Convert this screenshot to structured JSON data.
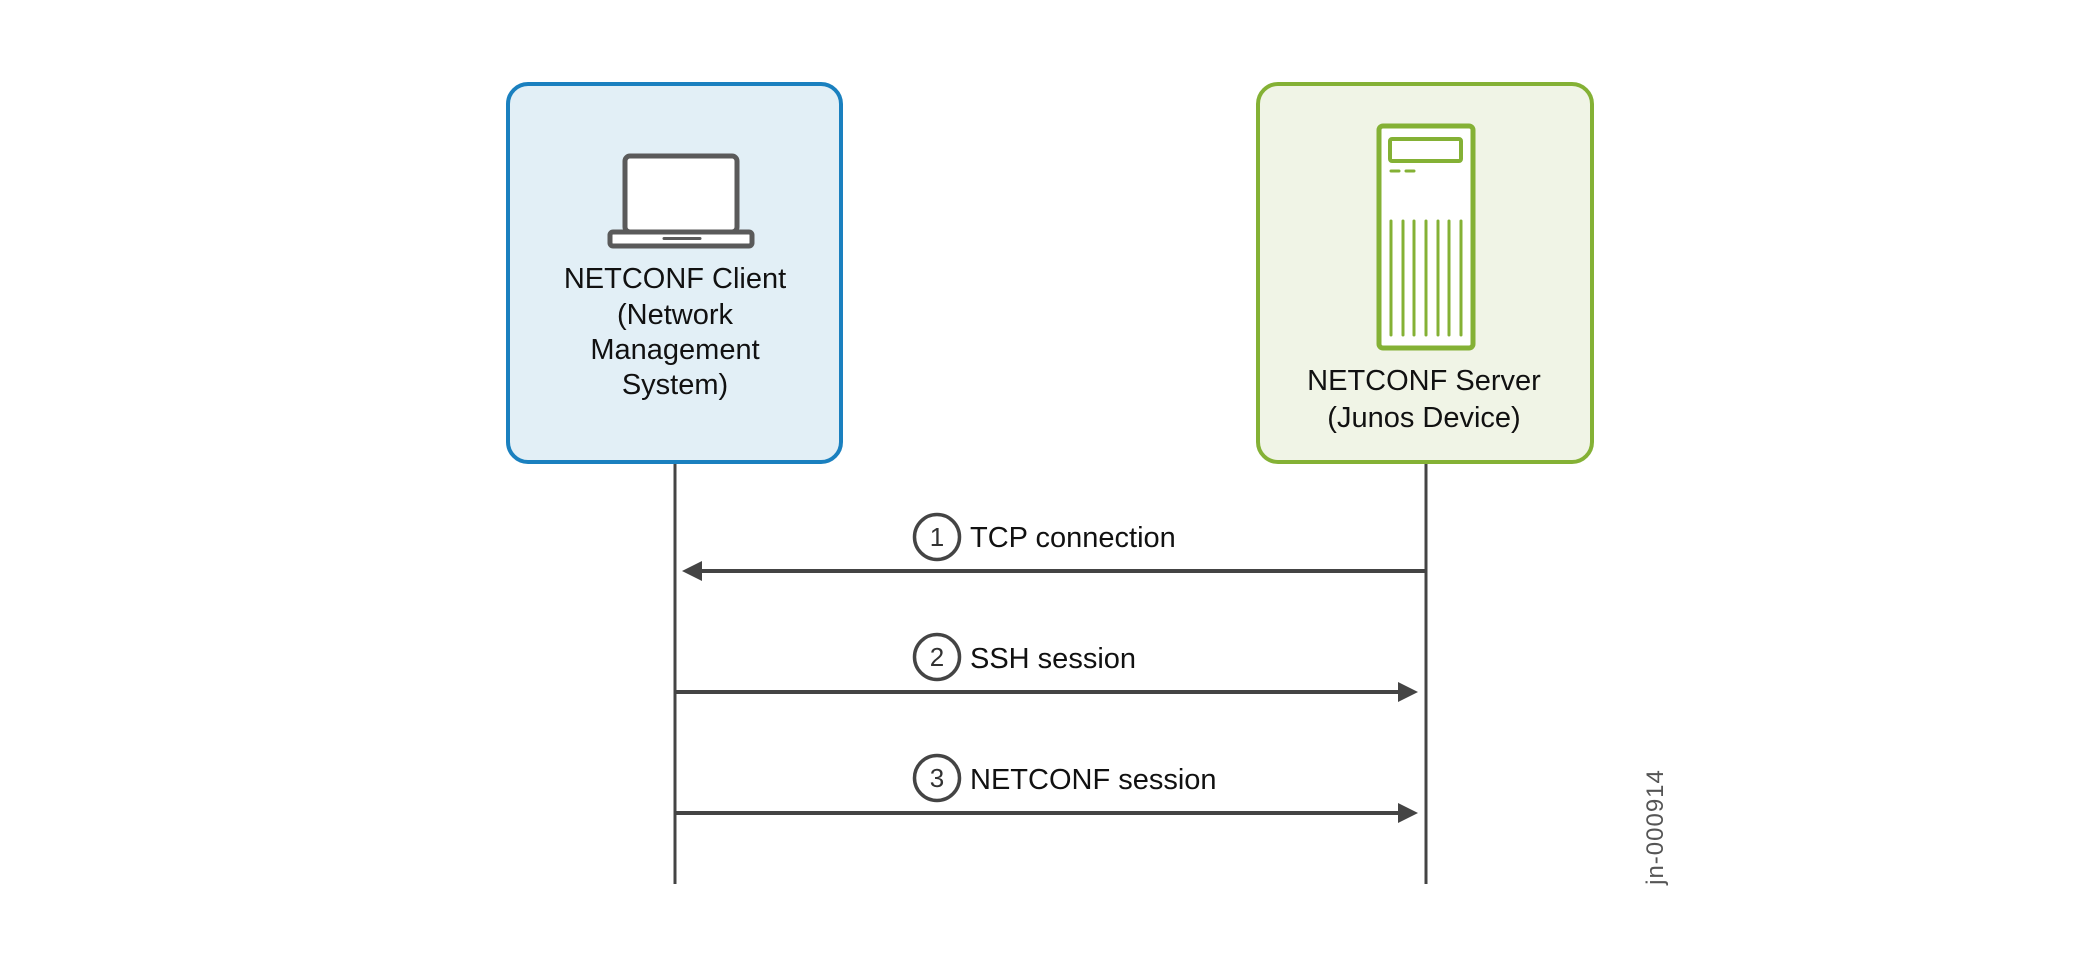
{
  "diagram": {
    "type": "sequence",
    "figure_id": "jn-000914",
    "colors": {
      "client_border": "#1a80bf",
      "client_fill": "#e2eff6",
      "server_border": "#84b135",
      "server_fill": "#f0f4e6",
      "icon_gray": "#5a5a5a",
      "line": "#444444"
    },
    "participants": [
      {
        "id": "client",
        "icon": "laptop-icon",
        "lines": [
          "NETCONF Client",
          "(Network",
          "Management",
          "System)"
        ]
      },
      {
        "id": "server",
        "icon": "server-icon",
        "lines": [
          "NETCONF Server",
          "(Junos Device)"
        ]
      }
    ],
    "messages": [
      {
        "step": "1",
        "label": "TCP connection",
        "from": "server",
        "to": "client"
      },
      {
        "step": "2",
        "label": "SSH session",
        "from": "client",
        "to": "server"
      },
      {
        "step": "3",
        "label": "NETCONF session",
        "from": "client",
        "to": "server"
      }
    ]
  }
}
